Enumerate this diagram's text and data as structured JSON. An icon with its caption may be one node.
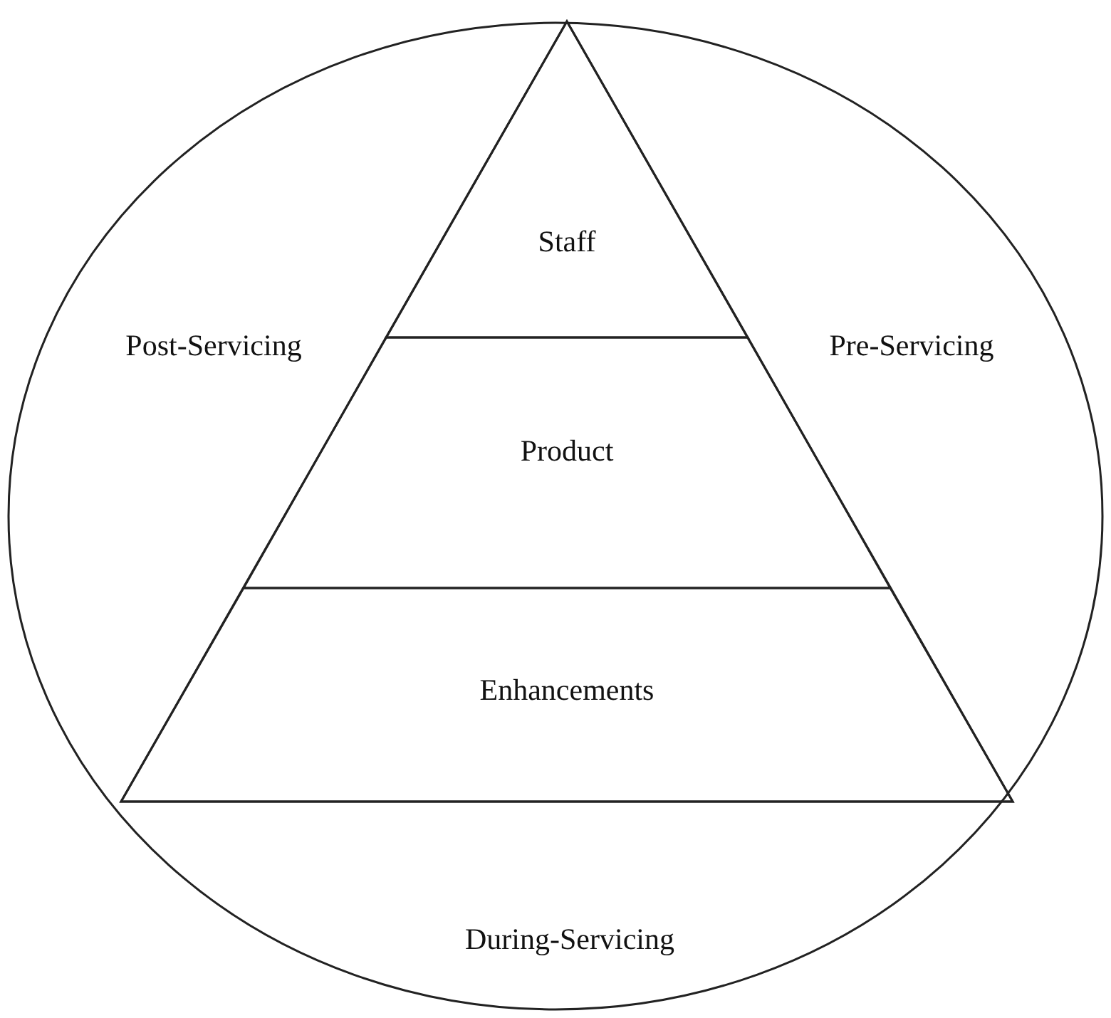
{
  "diagram": {
    "nodes": [
      {
        "text": [
          "Post-Servicing",
          "Pre-Servicing",
          "During-Servicing"
        ]
      },
      {
        "text": [],
        "shape": "triangle",
        "in": 0
      },
      {
        "text": [
          "Staff"
        ],
        "in": 1
      },
      {
        "text": [
          "Product"
        ],
        "in": 1
      },
      {
        "text": [
          "Enhancements"
        ],
        "in": 1
      }
    ]
  }
}
